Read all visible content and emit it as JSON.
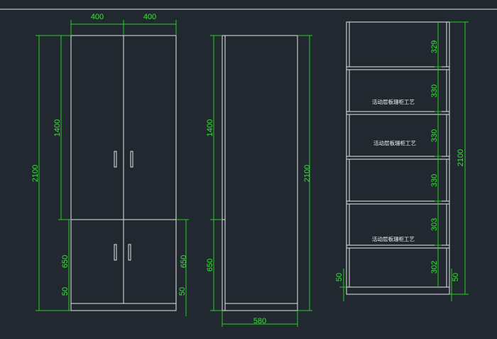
{
  "colors": {
    "background": "#212830",
    "outline": "#e6e6e6",
    "dimension": "#39e639"
  },
  "front_view": {
    "dims": {
      "left_door_width": "400",
      "right_door_width": "400",
      "total_height": "2100",
      "upper_height": "1400",
      "lower_height_left": "650",
      "base_left": "50",
      "lower_height_right": "650",
      "base_right": "50"
    }
  },
  "side_view": {
    "dims": {
      "upper_height": "1400",
      "lower_height": "650",
      "total_height": "2100",
      "depth": "580"
    }
  },
  "section_view": {
    "dims": {
      "base_left": "50",
      "base_right": "50",
      "total_height": "2100"
    },
    "spacings": [
      "329",
      "330",
      "330",
      "330",
      "303",
      "302"
    ],
    "notes": [
      "活动层板珊柜工艺",
      "活动层板珊柜工艺",
      "活动层板珊柜工艺"
    ]
  }
}
